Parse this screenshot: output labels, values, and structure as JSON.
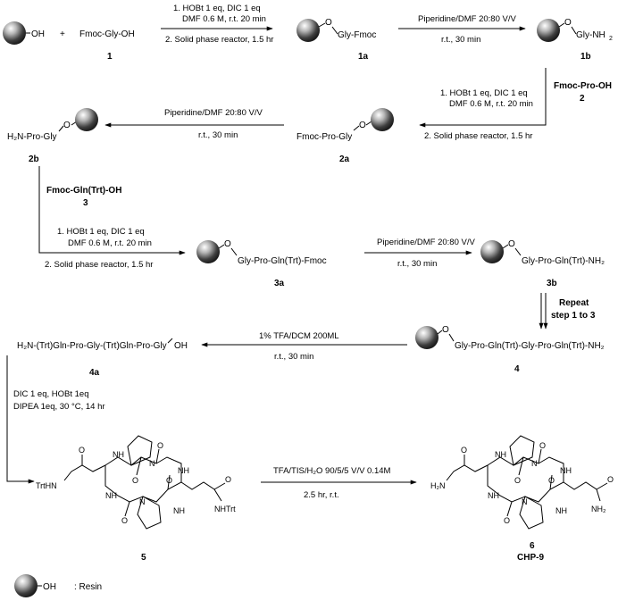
{
  "reagents": {
    "resin_oh": "OH",
    "plus": "+",
    "fmoc_gly_oh": "Fmoc-Gly-OH",
    "fmoc_pro_oh": "Fmoc-Pro-OH",
    "fmoc_gln_trt_oh": "Fmoc-Gln(Trt)-OH"
  },
  "compounds": {
    "c1a": "Gly-Fmoc",
    "c1b": "Gly-NH",
    "c2a": "Fmoc-Pro-Gly",
    "c2b": "H₂N-Pro-Gly",
    "c3a": "Gly-Pro-Gln(Trt)-Fmoc",
    "c3b": "Gly-Pro-Gln(Trt)-NH₂",
    "c4": "Gly-Pro-Gln(Trt)-Gly-Pro-Gln(Trt)-NH₂",
    "c4a": "H₂N-(Trt)Gln-Pro-Gly-(Trt)Gln-Pro-Gly",
    "c4a_oh": "OH",
    "linker_o": "O"
  },
  "labels": {
    "l1": "1",
    "l1a": "1a",
    "l1b": "1b",
    "l2": "2",
    "l2a": "2a",
    "l2b": "2b",
    "l3": "3",
    "l3a": "3a",
    "l3b": "3b",
    "l4": "4",
    "l4a": "4a",
    "l5": "5",
    "l6": "6",
    "chp9": "CHP-9"
  },
  "conditions": {
    "couple_1": "1.    HOBt 1 eq, DIC 1 eq",
    "couple_2": "DMF 0.6 M, r.t. 20 min",
    "couple_3": "2. Solid phase reactor, 1.5 hr",
    "deprot_1": "Piperidine/DMF 20:80 V/V",
    "deprot_2": "r.t., 30 min",
    "repeat_1": "Repeat",
    "repeat_2": "step 1 to 3",
    "cleave_1": "1% TFA/DCM 200ML",
    "cleave_2": "r.t., 30 min",
    "cyclize_1": "DIC 1 eq, HOBt 1eq",
    "cyclize_2": "DIPEA 1eq, 30 °C, 14 hr",
    "deprotect_1": "TFA/TIS/H₂O 90/5/5 V/V  0.14M",
    "deprotect_2": "2.5 hr, r.t."
  },
  "atoms": {
    "nh": "NH",
    "n": "N",
    "o": "O",
    "trthn": "TrtHN",
    "nhtrt": "NHTrt",
    "h2n": "H₂N",
    "nh2": "NH₂"
  },
  "legend": {
    "oh": "OH",
    "text": ": Resin"
  }
}
